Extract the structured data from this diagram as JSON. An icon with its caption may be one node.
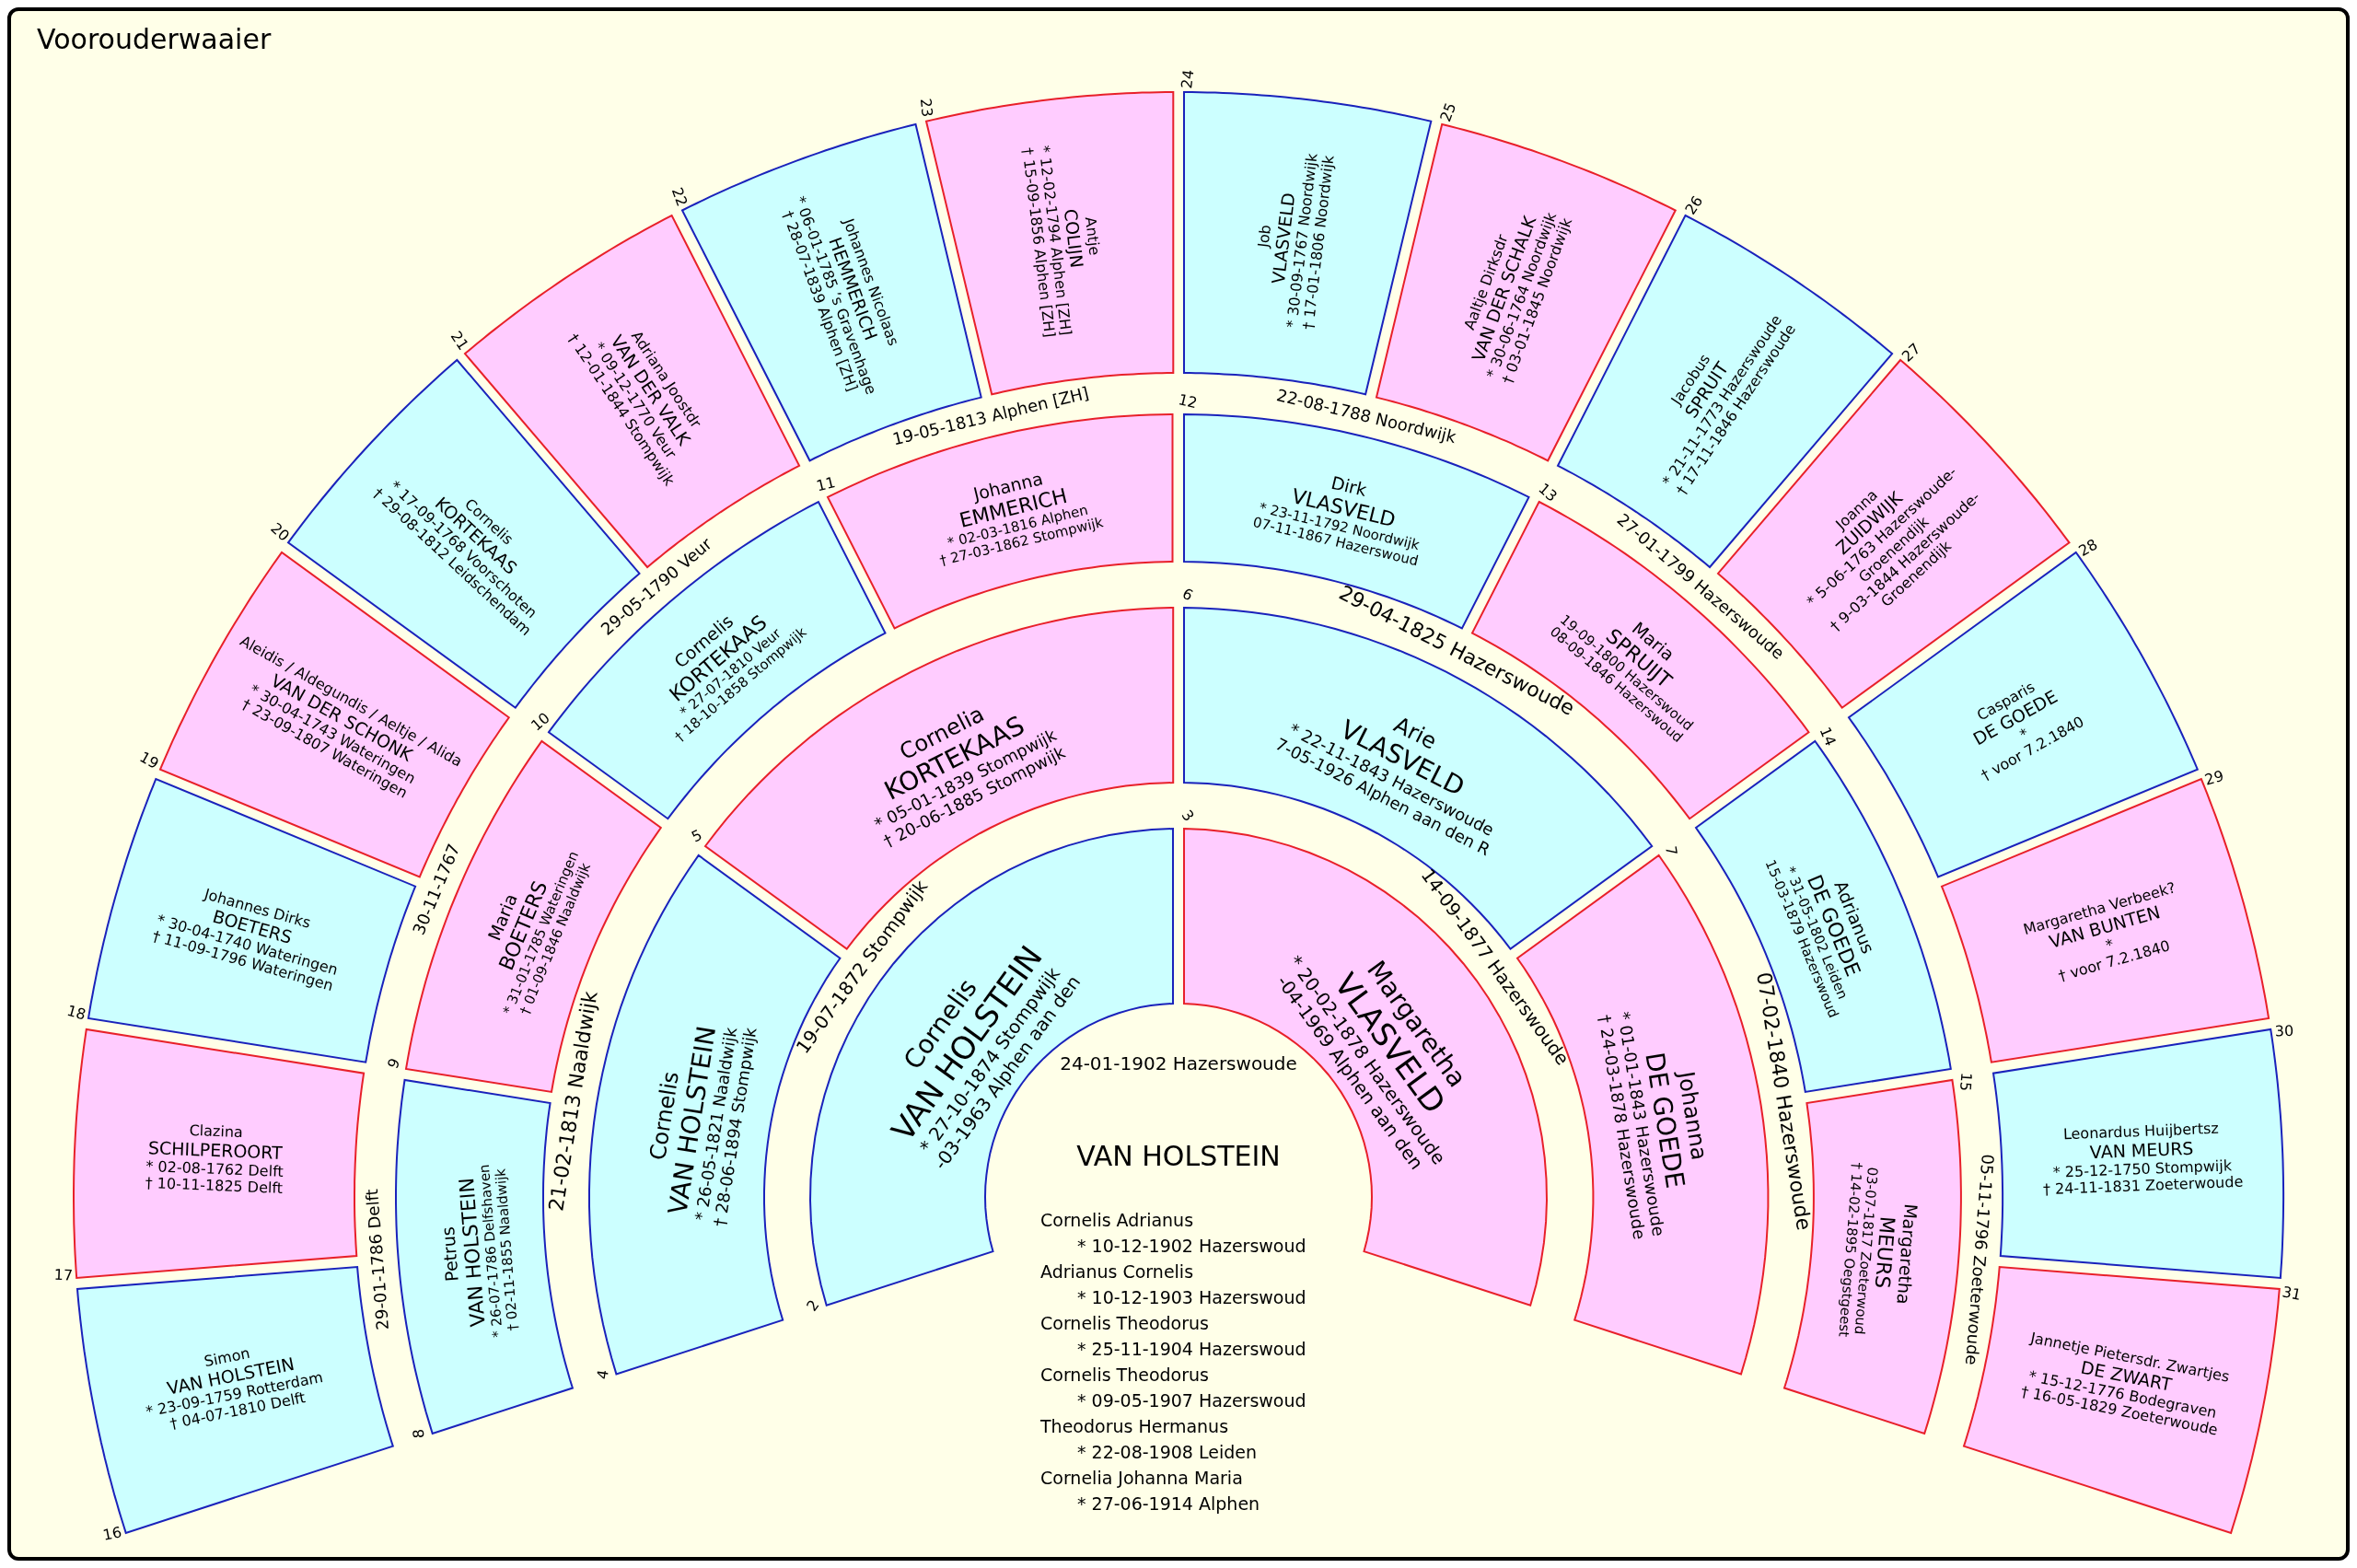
{
  "diagram": {
    "title": "Voorouderwaaier",
    "nodes": [
      {
        "text": [
          "Cornelis",
          "VAN HOLSTEIN",
          "* 27-10-1874 Stompwijk",
          "-03-1963 Alphen aan den"
        ],
        "beside": [
          "2"
        ]
      },
      {
        "text": [
          "Margaretha",
          "VLASVELD",
          "* 20-02-1878 Hazerswoude",
          "-04-1969 Alphen aan den"
        ],
        "beside": [
          "3"
        ]
      },
      {
        "text": [
          "Cornelis",
          "VAN HOLSTEIN",
          "* 26-05-1821 Naaldwijk",
          "† 28-06-1894 Stompwijk"
        ],
        "beside": [
          "4"
        ]
      },
      {
        "text": [
          "Cornelia",
          "KORTEKAAS",
          "* 05-01-1839 Stompwijk",
          "† 20-06-1885 Stompwijk"
        ],
        "beside": [
          "5"
        ]
      },
      {
        "text": [
          "Arie",
          "VLASVELD",
          "* 22-11-1843 Hazerswoude",
          "7-05-1926 Alphen aan den R"
        ],
        "beside": [
          "6"
        ]
      },
      {
        "text": [
          "Johanna",
          "DE GOEDE",
          "* 01-01-1843 Hazerswoude",
          "† 24-03-1878 Hazerswoude"
        ],
        "beside": [
          "7"
        ]
      },
      {
        "text": [
          "Petrus",
          "VAN HOLSTEIN",
          "* 26-07-1786 Delfshaven",
          "† 02-11-1855 Naaldwijk"
        ],
        "beside": [
          "8"
        ]
      },
      {
        "text": [
          "Maria",
          "BOETERS",
          "* 31-01-1785 Wateringen",
          "† 01-09-1846 Naaldwijk"
        ],
        "beside": [
          "9"
        ]
      },
      {
        "text": [
          "Cornelis",
          "KORTEKAAS",
          "* 27-07-1810 Veur",
          "† 18-10-1858 Stompwijk"
        ],
        "beside": [
          "10"
        ]
      },
      {
        "text": [
          "Johanna",
          "EMMERICH",
          "* 02-03-1816 Alphen",
          "† 27-03-1862 Stompwijk"
        ],
        "beside": [
          "11"
        ]
      },
      {
        "text": [
          "Dirk",
          "VLASVELD",
          "* 23-11-1792 Noordwijk",
          "07-11-1867 Hazerswoud"
        ],
        "beside": [
          "12"
        ]
      },
      {
        "text": [
          "Maria",
          "SPRUIJT",
          "19-09-1800 Hazerswoud",
          "08-09-1846 Hazerswoud"
        ],
        "beside": [
          "13"
        ]
      },
      {
        "text": [
          "Adrianus",
          "DE GOEDE",
          "* 31-05-1802 Leiden",
          "15-03-1879 Hazerswoud"
        ],
        "beside": [
          "14"
        ]
      },
      {
        "text": [
          "Margaretha",
          "MEURS",
          "03-07-1817 Zoeterwoud",
          "† 14-02-1895 Oegstgeest"
        ],
        "beside": [
          "15"
        ]
      },
      {
        "text": [
          "Simon",
          "VAN HOLSTEIN",
          "* 23-09-1759 Rotterdam",
          "† 04-07-1810 Delft"
        ],
        "beside": [
          "16"
        ]
      },
      {
        "text": [
          "Clazina",
          "SCHILPEROORT",
          "* 02-08-1762 Delft",
          "† 10-11-1825 Delft"
        ],
        "beside": [
          "17"
        ]
      },
      {
        "text": [
          "Johannes Dirks",
          "BOETERS",
          "* 30-04-1740 Wateringen",
          "† 11-09-1796 Wateringen"
        ],
        "beside": [
          "18"
        ]
      },
      {
        "text": [
          "Aleidis / Aldegundis / Aeltje / Alida",
          "VAN DER SCHONK",
          "* 30-04-1743 Wateringen",
          "† 23-09-1807 Wateringen"
        ],
        "beside": [
          "19"
        ]
      },
      {
        "text": [
          "Cornelis",
          "KORTEKAAS",
          "* 17-09-1768 Voorschoten",
          "† 29-08-1812 Leidschendam"
        ],
        "beside": [
          "20"
        ]
      },
      {
        "text": [
          "Adriana Joostdr",
          "VAN DER VALK",
          "* 09-12-1770 Veur",
          "† 12-01-1844 Stompwijk"
        ],
        "beside": [
          "21"
        ]
      },
      {
        "text": [
          "Johannes Nicolaas",
          "HEMMERICH",
          "* 06-01-1785 ’s Gravenhage",
          "† 28-07-1839 Alphen [ZH]"
        ],
        "beside": [
          "22"
        ]
      },
      {
        "text": [
          "Antje",
          "COLIJN",
          "* 12-02-1794 Alphen [ZH]",
          "† 15-09-1856 Alphen [ZH]"
        ],
        "beside": [
          "23"
        ]
      },
      {
        "text": [
          "Job",
          "VLASVELD",
          "* 30-09-1767 Noordwijk",
          "† 17-01-1806 Noordwijk"
        ],
        "beside": [
          "24"
        ]
      },
      {
        "text": [
          "Aaltje Dirksdr",
          "VAN DER SCHALK",
          "* 30-06-1764 Noordwijk",
          "† 03-01-1845 Noordwijk"
        ],
        "beside": [
          "25"
        ]
      },
      {
        "text": [
          "Jacobus",
          "SPRUIT",
          "* 21-11-1773 Hazerswoude",
          "† 17-11-1846 Hazerswoude"
        ],
        "beside": [
          "26"
        ]
      },
      {
        "text": [
          "Joanna",
          "ZUIDWIJK",
          "* 5-06-1763 Hazerswoude-Groenendijk",
          "† 9-03-1844 Hazerswoude-Groenendijk"
        ],
        "beside": [
          "27"
        ]
      },
      {
        "text": [
          "Casparis",
          "DE GOEDE",
          "*",
          "† voor 7.2.1840"
        ],
        "beside": [
          "28"
        ]
      },
      {
        "text": [
          "Margaretha Verbeek?",
          "VAN BUNTEN",
          "*",
          "† voor 7.2.1840"
        ],
        "beside": [
          "29"
        ]
      },
      {
        "text": [
          "Leonardus Huijbertsz",
          "VAN MEURS",
          "* 25-12-1750 Stompwijk",
          "† 24-11-1831 Zoeterwoude"
        ],
        "beside": [
          "30"
        ]
      },
      {
        "text": [
          "Jannetje Pietersdr. Zwartjes",
          "DE ZWART",
          "* 15-12-1776 Bodegraven",
          "† 16-05-1829 Zoeterwoude"
        ],
        "beside": [
          "31"
        ]
      }
    ],
    "labels": [
      "24-01-1902 Hazerswoude",
      "19-07-1872 Stompwijk",
      "14-09-1877 Hazerswoude",
      "21-02-1813 Naaldwijk",
      "29-04-1825 Hazerswoude",
      "07-02-1840 Hazerswoude",
      "29-01-1786 Delft",
      "30-11-1767",
      "29-05-1790 Veur",
      "19-05-1813 Alphen [ZH]",
      "22-08-1788 Noordwijk",
      "27-01-1799 Hazerswoude",
      "05-11-1796 Zoeterwoude",
      "VAN HOLSTEIN",
      "Cornelis Adrianus",
      "* 10-12-1902 Hazerswoud",
      "Adrianus Cornelis",
      "* 10-12-1903 Hazerswoud",
      "Cornelis Theodorus",
      "* 25-11-1904 Hazerswoud",
      "Cornelis Theodorus",
      "* 09-05-1907 Hazerswoud",
      "Theodorus Hermanus",
      "* 22-08-1908 Leiden",
      "Cornelia Johanna Maria",
      "* 27-06-1914 Alphen"
    ]
  }
}
